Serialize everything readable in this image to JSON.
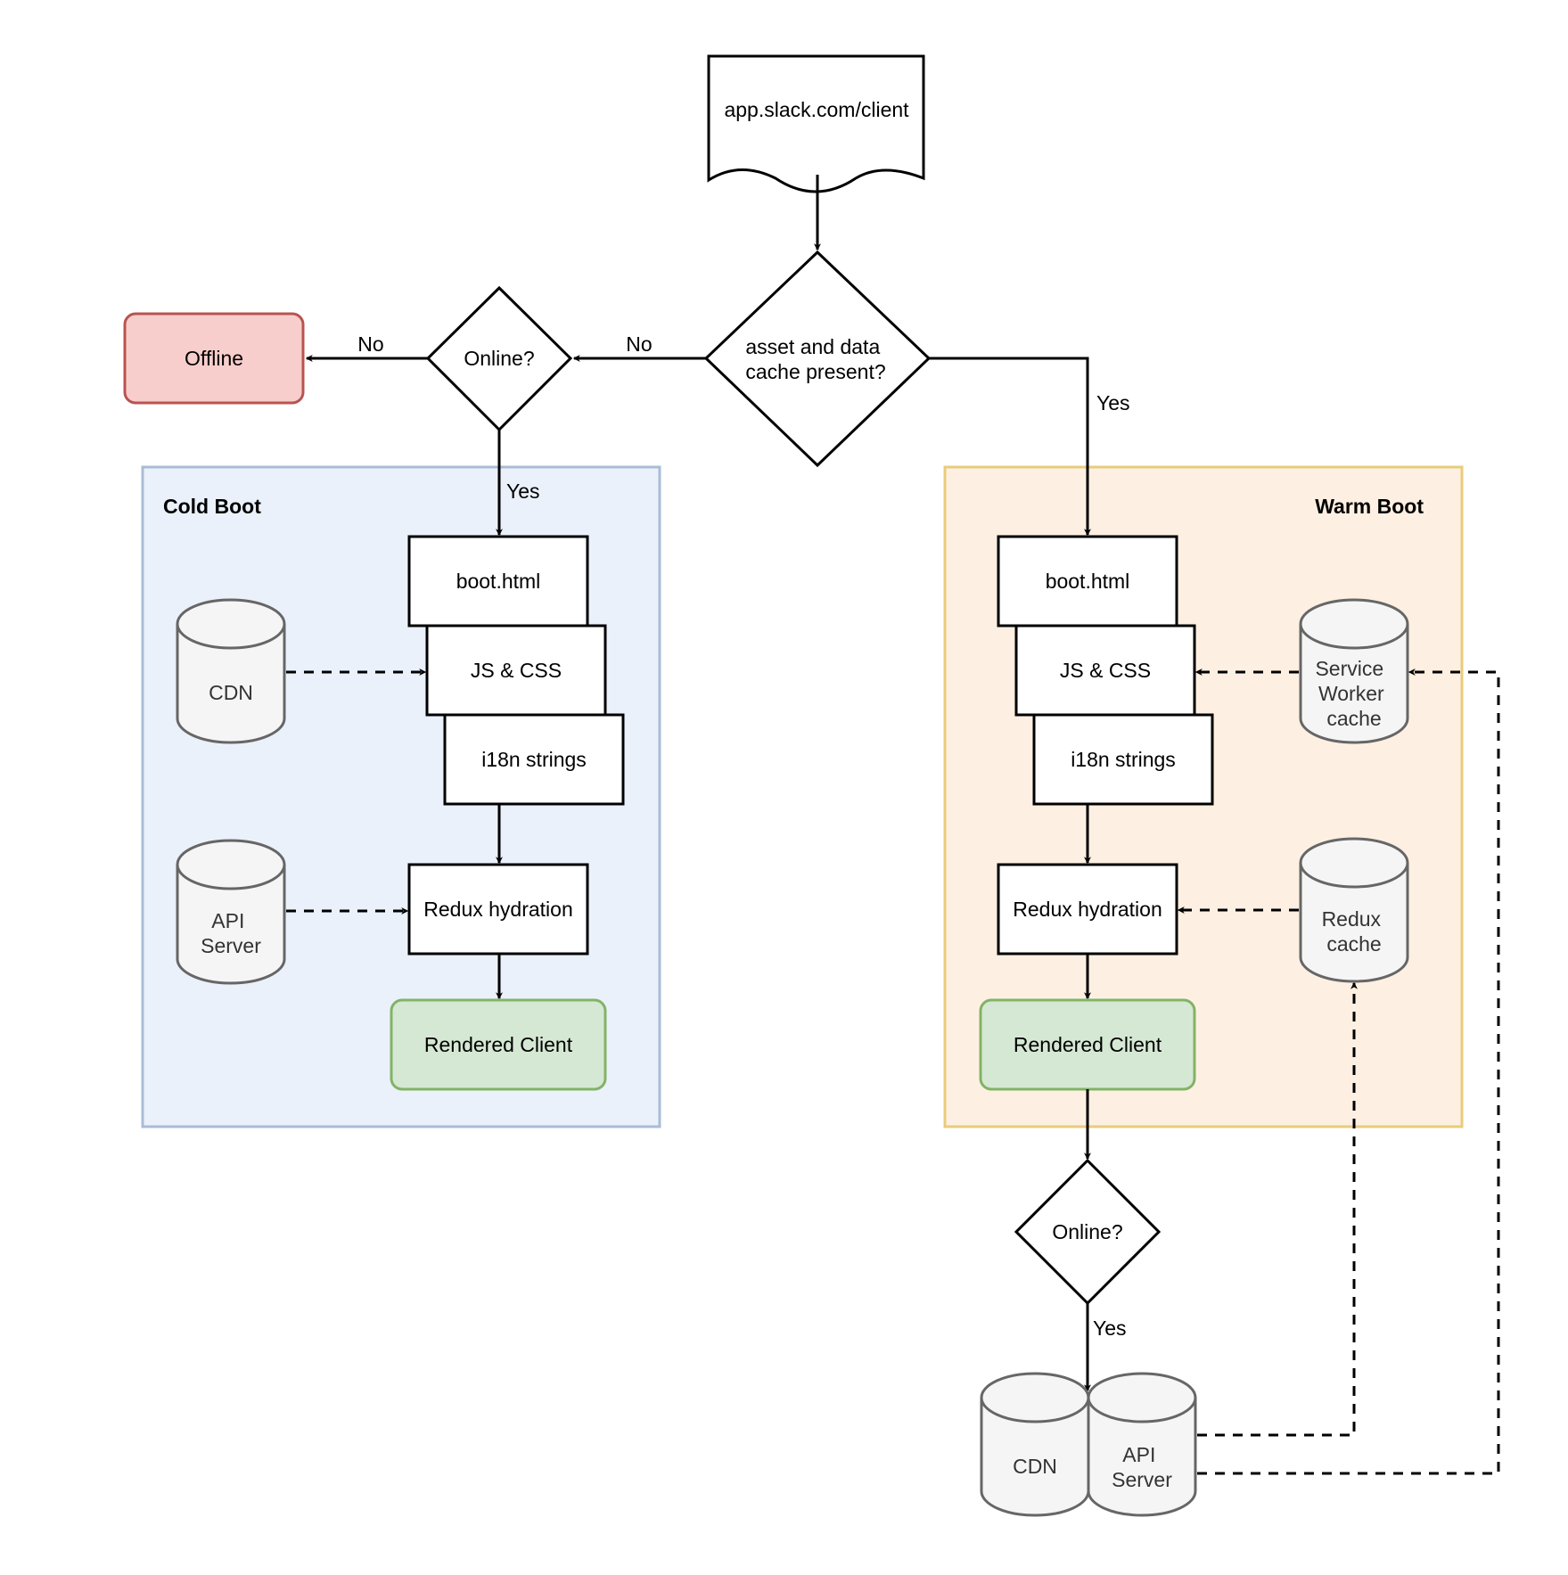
{
  "start": {
    "url": "app.slack.com/client"
  },
  "decisions": {
    "cache": [
      "asset and data",
      "cache present?"
    ],
    "online_top": "Online?",
    "online_bottom": "Online?"
  },
  "terminal": {
    "offline": "Offline"
  },
  "edge_labels": {
    "no_cache": "No",
    "no_online": "No",
    "yes_cache": "Yes",
    "yes_online_top": "Yes",
    "yes_online_bottom": "Yes"
  },
  "cold_boot": {
    "title": "Cold Boot",
    "steps": {
      "boot_html": "boot.html",
      "js_css": "JS & CSS",
      "i18n": "i18n strings",
      "redux": "Redux hydration",
      "rendered": "Rendered Client"
    },
    "sources": {
      "cdn": [
        "CDN"
      ],
      "api": [
        "API",
        "Server"
      ]
    }
  },
  "warm_boot": {
    "title": "Warm Boot",
    "steps": {
      "boot_html": "boot.html",
      "js_css": "JS & CSS",
      "i18n": "i18n strings",
      "redux": "Redux hydration",
      "rendered": "Rendered Client"
    },
    "sources": {
      "sw_cache": [
        "Service",
        "Worker",
        "cache"
      ],
      "redux_cache": [
        "Redux",
        "cache"
      ]
    }
  },
  "network": {
    "cdn": [
      "CDN"
    ],
    "api": [
      "API",
      "Server"
    ]
  },
  "colors": {
    "cold_fill": "#eaf1fb",
    "cold_stroke": "#a9bcd6",
    "cold_title": "#6c8ebf",
    "warm_fill": "#fdf0e2",
    "warm_stroke": "#e8cc7c",
    "warm_title": "#d79b00",
    "offline_fill": "#f8cecc",
    "offline_stroke": "#b85450",
    "rendered_fill": "#d5e8d4",
    "rendered_stroke": "#82b366",
    "db_fill": "#f5f5f5",
    "db_stroke": "#666666"
  }
}
